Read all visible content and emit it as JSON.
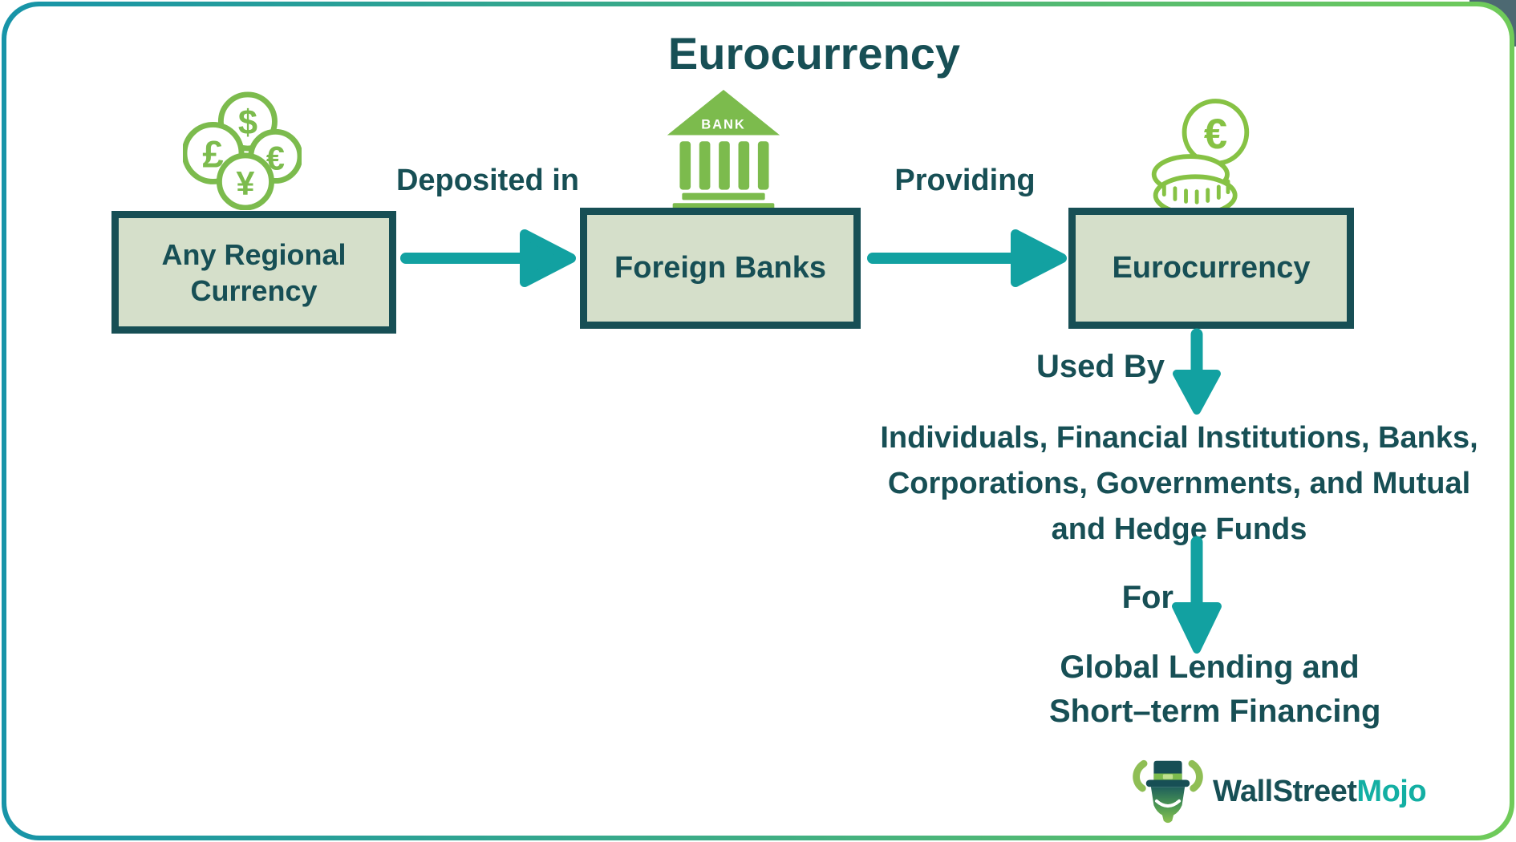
{
  "title": "Eurocurrency",
  "flow": {
    "source_box_label": "Any Regional Currency",
    "deposit_label": "Deposited in",
    "bank_box_label": "Foreign Banks",
    "providing_label": "Providing",
    "result_box_label": "Eurocurrency",
    "bank_sign": "BANK",
    "currency_symbols": {
      "dollar": "$",
      "pound": "£",
      "euro": "€",
      "yen": "¥"
    },
    "coin_symbol": "€"
  },
  "usage": {
    "used_by_label": "Used By",
    "users_line1": "Individuals, Financial Institutions, Banks,",
    "users_line2": "Corporations, Governments, and Mutual",
    "users_line3": "and Hedge Funds",
    "for_label": "For",
    "purpose_line1": "Global Lending and",
    "purpose_line2": "Short–term Financing"
  },
  "branding": {
    "name_primary": "WallStreet",
    "name_accent": "Mojo"
  },
  "colors": {
    "dark_teal_text": "#174F55",
    "arrow_teal": "#12A1A1",
    "box_fill_sage": "#D5DFCA",
    "icon_green": "#7CBB4D",
    "coin_green": "#86C244",
    "frame_gradient_left": "#1794A8",
    "frame_gradient_right": "#70CB59",
    "brand_accent_teal": "#13AFA3",
    "corner_slate": "#4D6972"
  }
}
